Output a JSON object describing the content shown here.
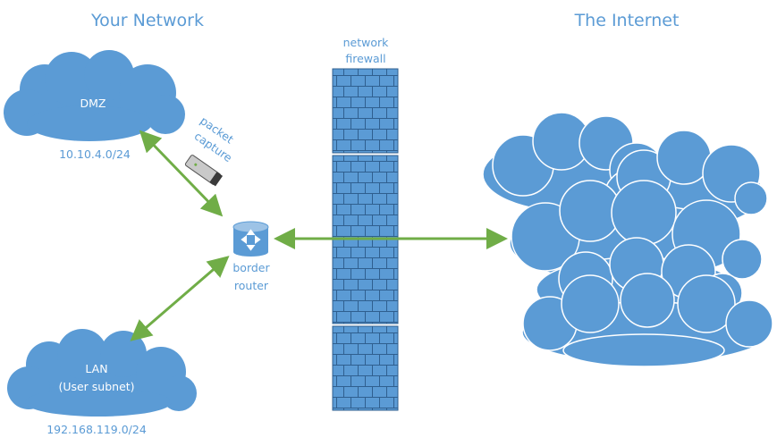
{
  "headings": {
    "left": "Your Network",
    "right": "The Internet"
  },
  "firewall": {
    "label_line1": "network",
    "label_line2": "firewall"
  },
  "dmz": {
    "label": "DMZ",
    "subnet": "10.10.4.0/24"
  },
  "lan": {
    "label_line1": "LAN",
    "label_line2": "(User subnet)",
    "subnet": "192.168.119.0/24"
  },
  "router": {
    "label_line1": "border",
    "label_line2": "router"
  },
  "capture": {
    "label_line1": "packet",
    "label_line2": "capture"
  },
  "colors": {
    "accent_blue": "#5b9bd5",
    "cloud_fill": "#5b9bd5",
    "arrow_green": "#70ad47",
    "mortar": "#2f5f8f"
  }
}
